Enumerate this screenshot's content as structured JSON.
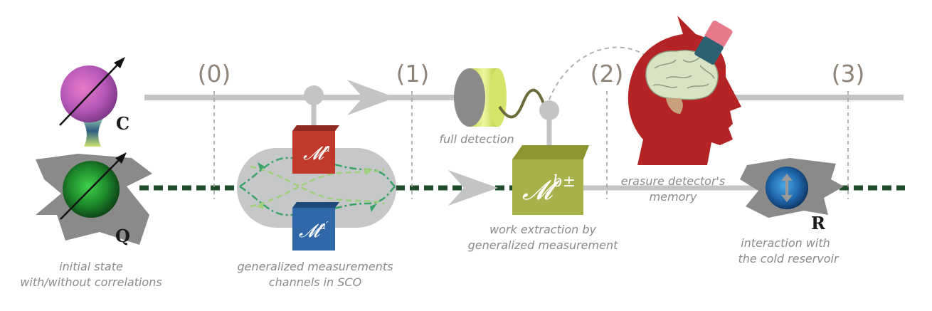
{
  "stages": [
    "(0)",
    "(1)",
    "(2)",
    "(3)"
  ],
  "systems": {
    "control": "C",
    "quantum": "Q",
    "reservoir": "R"
  },
  "operations": {
    "measurement_a": "𝓜",
    "measurement_a_sup": "a",
    "measurement_a_prime": "𝓜",
    "measurement_a_prime_sup": "a′",
    "measurement_b": "𝓜",
    "measurement_b_sup": "b±"
  },
  "captions": {
    "initial_state": [
      "initial state",
      "with/without correlations"
    ],
    "generalized_measurements": [
      "generalized measurements",
      "channels in SCO"
    ],
    "full_detection": "full detection",
    "work_extraction": [
      "work extraction by",
      "generalized measurement"
    ],
    "erasure": [
      "erasure detector's",
      "memory"
    ],
    "reservoir_interaction": [
      "interaction with",
      "the cold reservoir"
    ]
  },
  "colors": {
    "line_gray": "#c2c4c6",
    "dark_green": "#1f4d2b",
    "box_red": "#c0392b",
    "box_blue": "#2f67a8",
    "box_olive": "#a8b04a",
    "head_red": "#b42424",
    "stage_text": "#8f8377"
  }
}
